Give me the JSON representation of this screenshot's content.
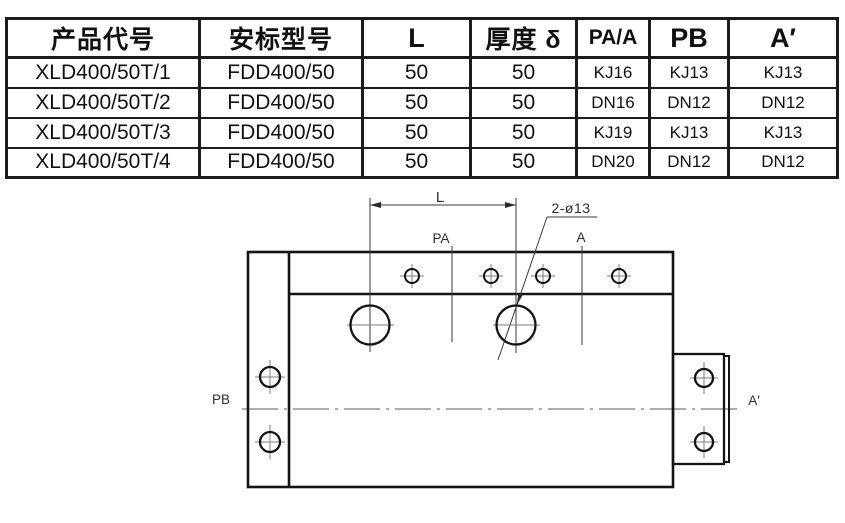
{
  "table": {
    "headers": [
      "产品代号",
      "安标型号",
      "L",
      "厚度 δ",
      "PA/A",
      "PB",
      "A′"
    ],
    "rows": [
      [
        "XLD400/50T/1",
        "FDD400/50",
        "50",
        "50",
        "KJ16",
        "KJ13",
        "KJ13"
      ],
      [
        "XLD400/50T/2",
        "FDD400/50",
        "50",
        "50",
        "DN16",
        "DN12",
        "DN12"
      ],
      [
        "XLD400/50T/3",
        "FDD400/50",
        "50",
        "50",
        "KJ19",
        "KJ13",
        "KJ13"
      ],
      [
        "XLD400/50T/4",
        "FDD400/50",
        "50",
        "50",
        "DN20",
        "DN12",
        "DN12"
      ]
    ]
  },
  "drawing": {
    "dim_label": "L",
    "hole_callout": "2-ø13",
    "port_pa": "PA",
    "port_a": "A",
    "port_pb": "PB",
    "port_a_prime": "A′"
  },
  "colors": {
    "line": "#141414",
    "thin_line": "#3a3a3a",
    "crosshair": "#7e7e7e",
    "background": "#ffffff"
  }
}
